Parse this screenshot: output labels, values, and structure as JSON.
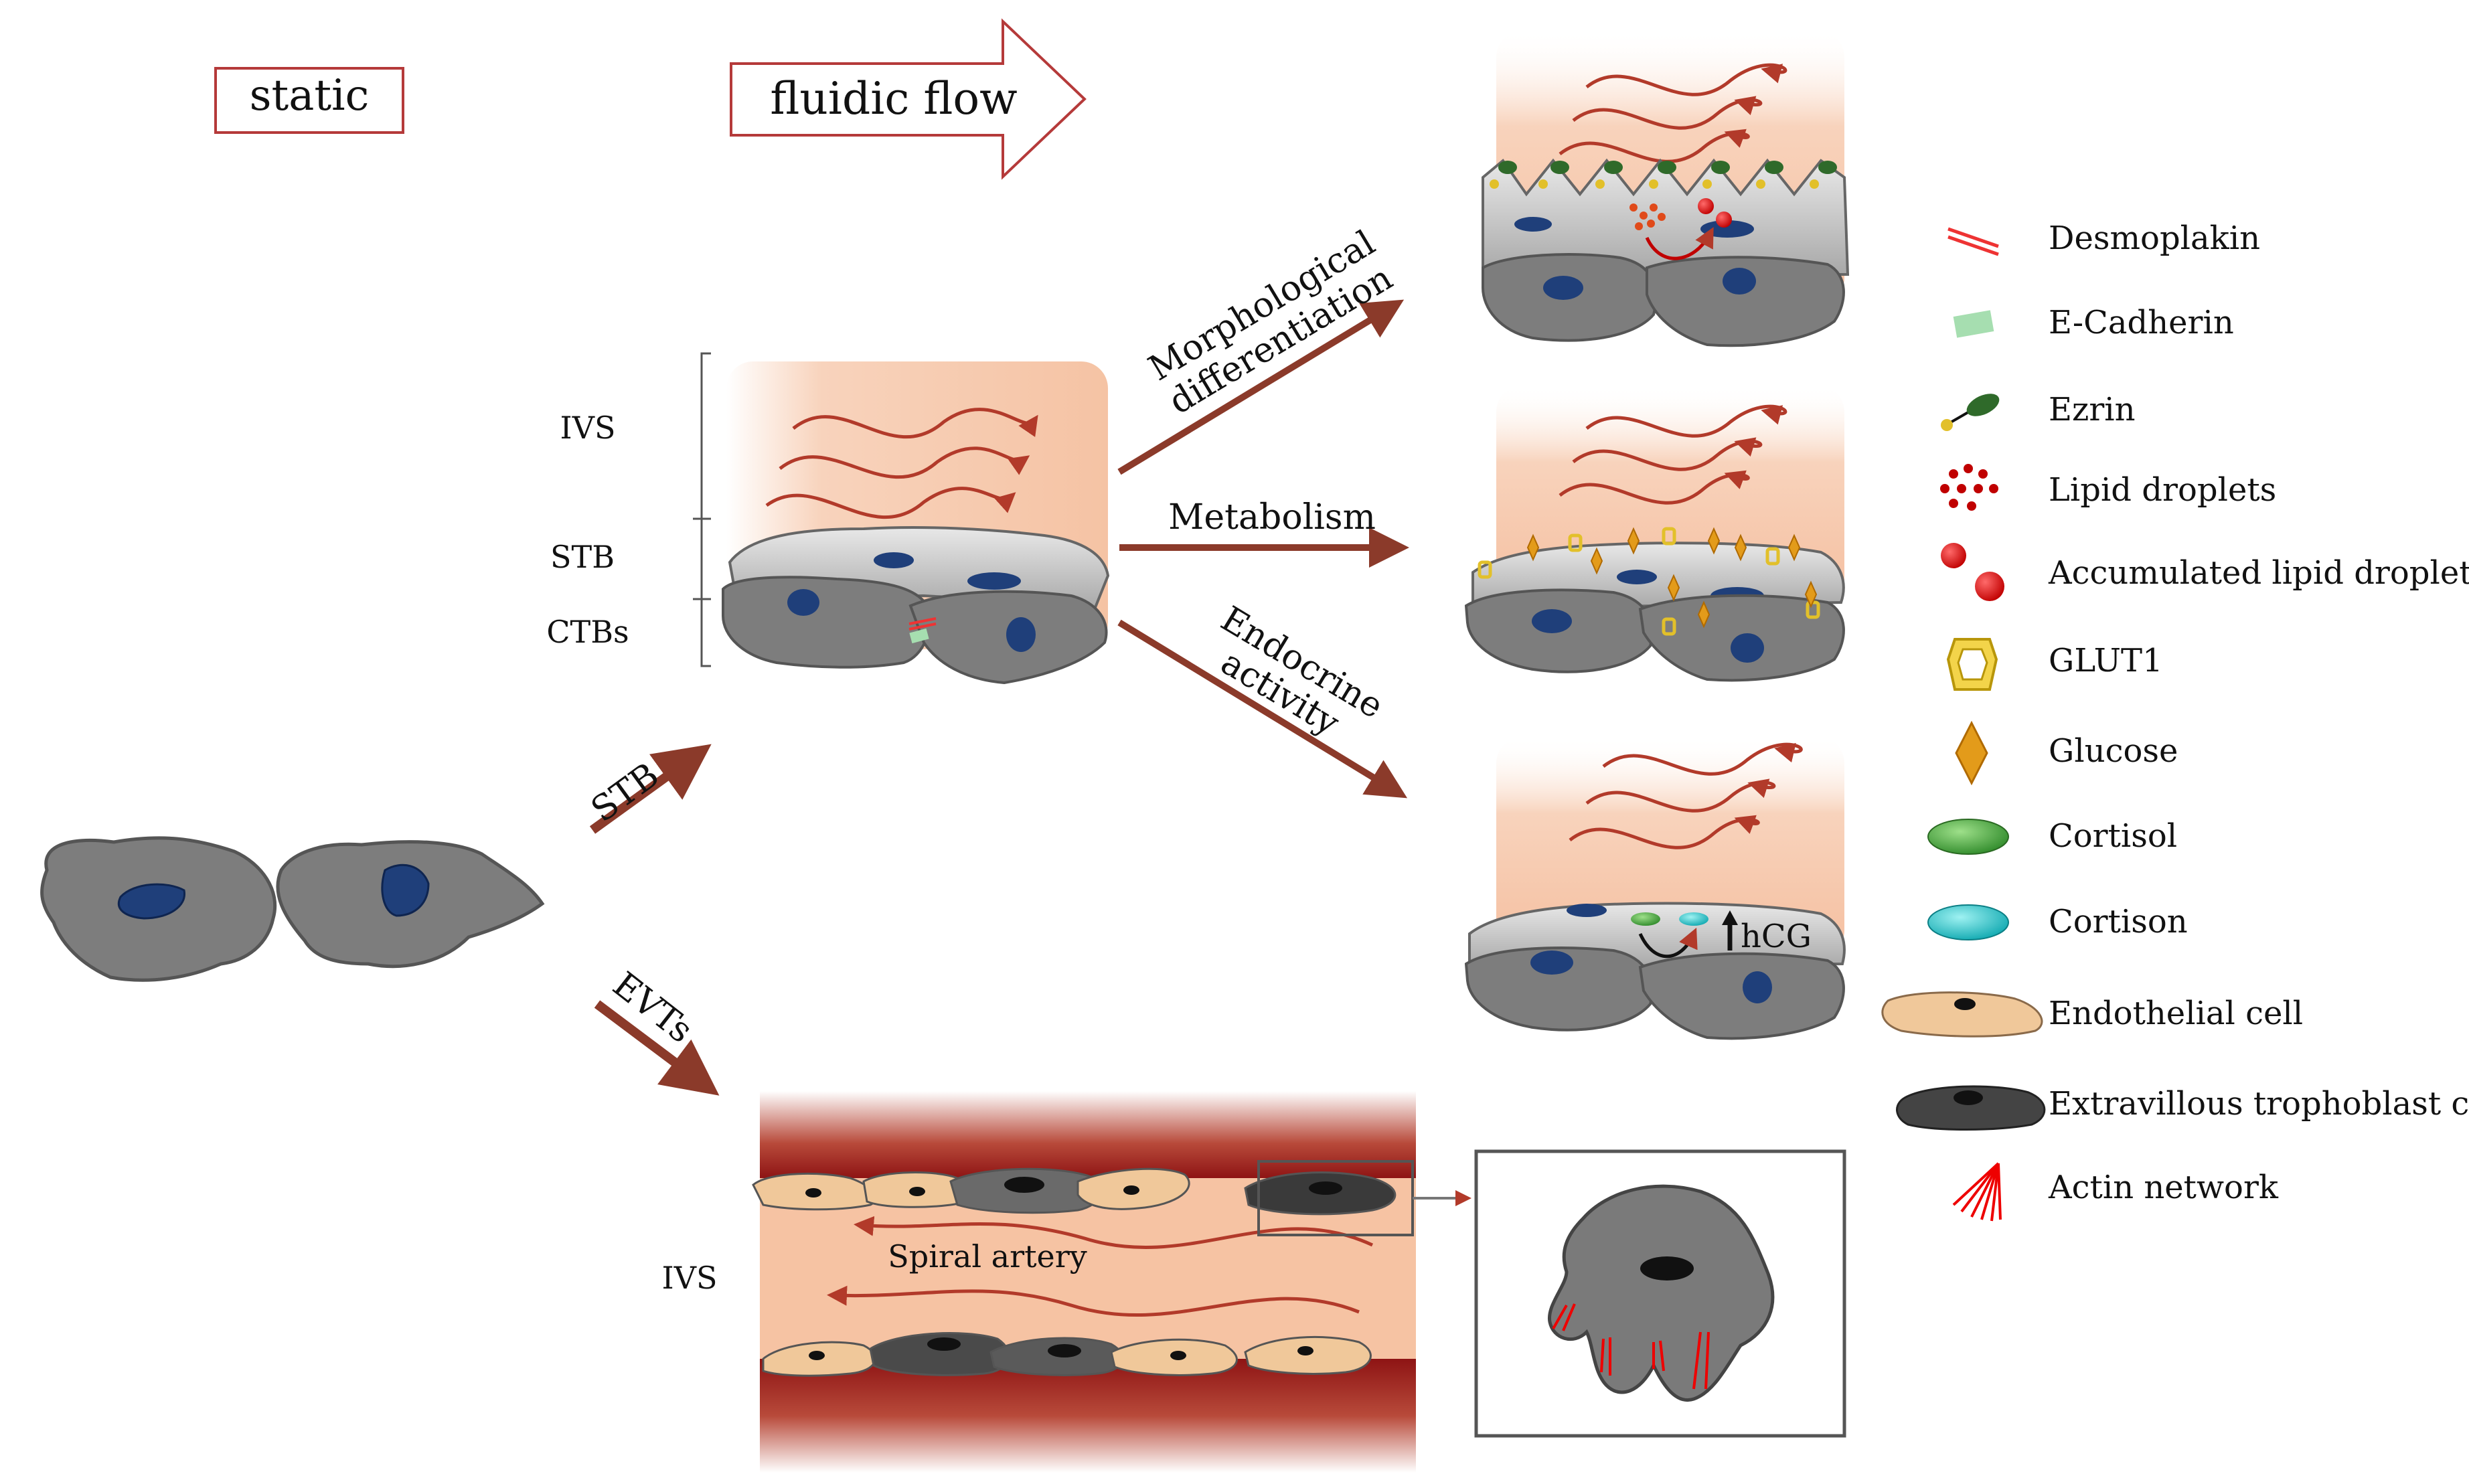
{
  "header": {
    "static_label": "static",
    "flow_label": "fluidic flow"
  },
  "layers": {
    "ivs": "IVS",
    "stb": "STB",
    "ctbs": "CTBs"
  },
  "branches": {
    "stb": "STB",
    "evts": "EVTs",
    "morph_line1": "Morphological",
    "morph_line2": "differentiation",
    "metabolism": "Metabolism",
    "endo_line1": "Endocrine",
    "endo_line2": "activity"
  },
  "panels": {
    "hcg": "hCG",
    "spiral": "Spiral artery",
    "ivs_bottom": "IVS"
  },
  "legend": {
    "items": [
      {
        "icon": "desmoplakin-icon",
        "label": "Desmoplakin"
      },
      {
        "icon": "e-cadherin-icon",
        "label": "E-Cadherin"
      },
      {
        "icon": "ezrin-icon",
        "label": "Ezrin"
      },
      {
        "icon": "lipid-droplets-icon",
        "label": "Lipid droplets"
      },
      {
        "icon": "accumulated-lipid-droplets-icon",
        "label": "Accumulated lipid droplets"
      },
      {
        "icon": "glut1-icon",
        "label": "GLUT1"
      },
      {
        "icon": "glucose-icon",
        "label": "Glucose"
      },
      {
        "icon": "cortisol-icon",
        "label": "Cortisol"
      },
      {
        "icon": "cortison-icon",
        "label": "Cortison"
      },
      {
        "icon": "endothelial-cell-icon",
        "label": "Endothelial cell"
      },
      {
        "icon": "extravillous-trophoblast-icon",
        "label": "Extravillous trophoblast cell"
      },
      {
        "icon": "actin-network-icon",
        "label": "Actin network"
      }
    ]
  },
  "colors": {
    "arrow": "#8b3a2a",
    "flow_bg": "#f7c9ab",
    "cell_gray": "#7d7d7d",
    "nucleus": "#1f3f7a",
    "vessel": "#9a1c1c",
    "flow_line": "#b23a2a"
  }
}
